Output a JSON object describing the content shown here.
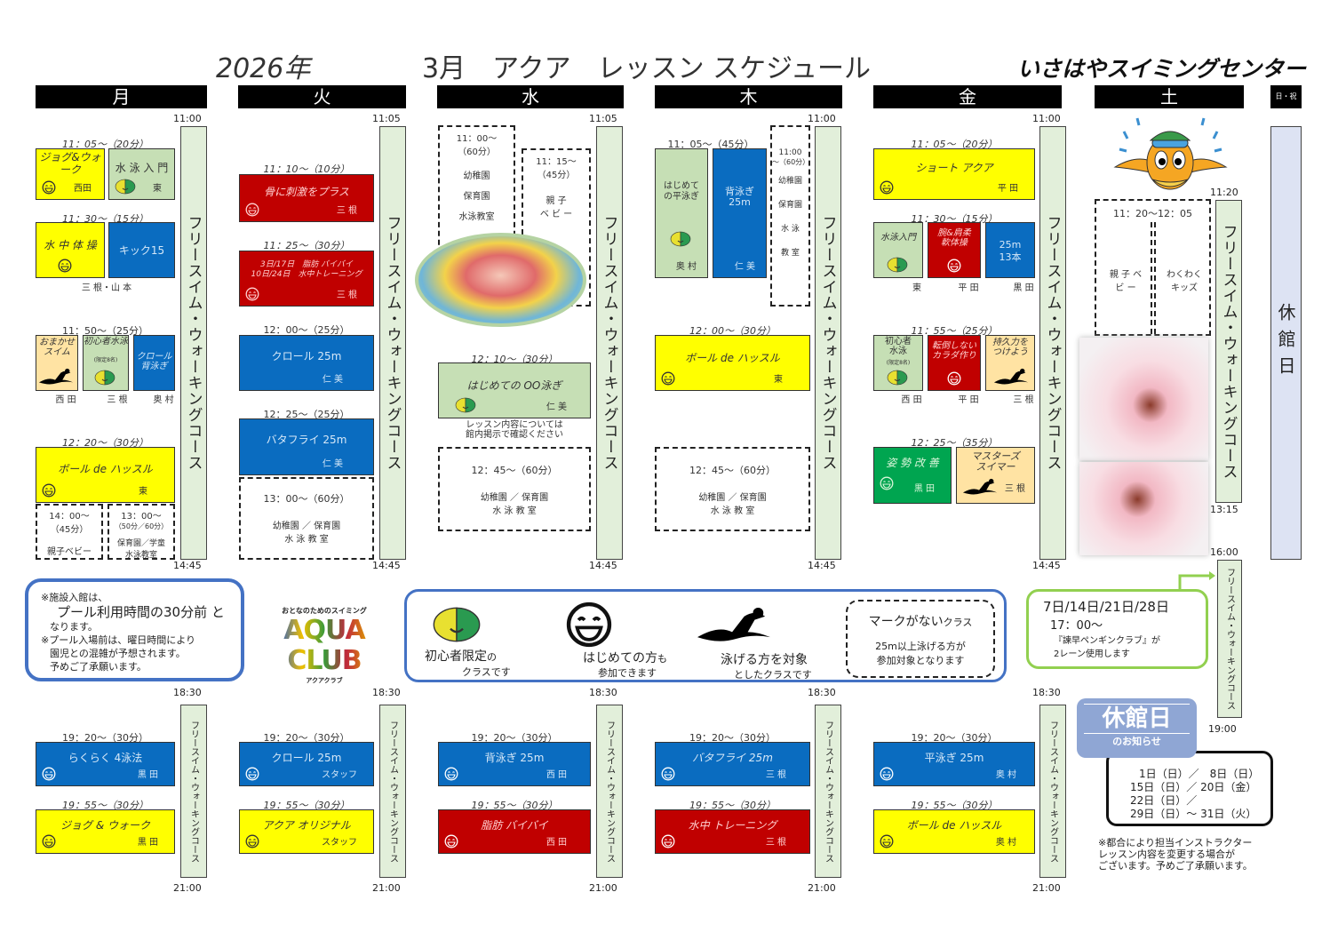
{
  "header": {
    "year": "2026年",
    "title": "3月　アクア　レッスン スケジュール",
    "center": "いさはやスイミングセンター"
  },
  "days": [
    "月",
    "火",
    "水",
    "木",
    "金",
    "土"
  ],
  "holiday_col": "日・祝",
  "free_swim": "フリースイム・ウォーキングコース",
  "closed_col": "休館日",
  "times": {
    "mon_start": "11:00",
    "tue_start": "11:05",
    "wed_start": "11:05",
    "thu_start": "11:00",
    "fri_start": "11:00",
    "end": "14:45",
    "sat_start": "11:20",
    "sat_end": "13:15",
    "sat_eve_start": "16:00",
    "sat_eve_end": "19:00",
    "eve_start": "18:30",
    "eve_end": "21:00"
  },
  "mon": {
    "t1": "11：05～（20分）",
    "c1": {
      "title": "ジョグ&ウォーク",
      "teacher": "西田"
    },
    "c2": {
      "title": "水 泳 入 門",
      "teacher": "東"
    },
    "t2": "11：30～（15分）",
    "c3": {
      "title": "水 中 体 操"
    },
    "c4": {
      "title": "キック15"
    },
    "t2_teacher": "三 根・山 本",
    "t3": "11：50～（25分）",
    "c5": {
      "title": "おまかせスイム",
      "teacher": "西 田"
    },
    "c6": {
      "title": "初心者水泳",
      "sub": "(限定8名)",
      "teacher": "三 根"
    },
    "c7": {
      "title": "クロール背泳ぎ",
      "teacher": "奥 村"
    },
    "t4": "12：20～（30分）",
    "c8": {
      "title": "ボール de ハッスル",
      "teacher": "東"
    },
    "d1": {
      "time": "14：00～",
      "dur": "（45分）",
      "name": "親子ベビー"
    },
    "d2": {
      "time": "13：00～",
      "dur": "（50分／60分）",
      "name": "保育園／学童水泳教室"
    },
    "e1": {
      "time": "19：20～（30分）",
      "title": "らくらく 4泳法",
      "teacher": "黒 田"
    },
    "e2": {
      "time": "19：55～（30分）",
      "title": "ジョグ & ウォーク",
      "teacher": "黒 田"
    }
  },
  "tue": {
    "t1": "11：10～（10分）",
    "c1": {
      "title": "骨に刺激をプラス",
      "teacher": "三 根"
    },
    "t2": "11：25～（30分）",
    "c2": {
      "line1": "3日/17日　脂肪 バイバイ",
      "line2": "10日/24日　水中トレーニング",
      "teacher": "三 根"
    },
    "t3": "12：00～（25分）",
    "c3": {
      "title": "クロール 25m",
      "teacher": "仁 美"
    },
    "t4": "12：25～（25分）",
    "c4": {
      "title": "バタフライ 25m",
      "teacher": "仁 美"
    },
    "d1": {
      "time": "13：00～（60分）",
      "name": "幼稚園 ／ 保育園",
      "name2": "水 泳 教 室"
    },
    "e1": {
      "time": "19：20～（30分）",
      "title": "クロール 25m",
      "teacher": "スタッフ"
    },
    "e2": {
      "time": "19：55～（30分）",
      "title": "アクア オリジナル",
      "teacher": "スタッフ"
    }
  },
  "wed": {
    "d1": {
      "time": "11：00～",
      "dur": "（60分）",
      "l1": "幼稚園",
      "l2": "保育園",
      "l3": "水泳教室"
    },
    "d2": {
      "time": "11：15～",
      "dur": "（45分）",
      "l1": "親 子",
      "l2": "ベ ビ ー"
    },
    "t1": "12：10～（30分）",
    "c1": {
      "title": "はじめての OO泳ぎ",
      "teacher": "仁 美"
    },
    "note": "レッスン内容については館内掲示で確認ください",
    "d3": {
      "time": "12：45～（60分）",
      "name": "幼稚園 ／ 保育園",
      "name2": "水 泳 教 室"
    },
    "e1": {
      "time": "19：20～（30分）",
      "title": "背泳ぎ 25m",
      "teacher": "西 田"
    },
    "e2": {
      "time": "19：55～（30分）",
      "title": "脂肪 バイバイ",
      "teacher": "西 田"
    }
  },
  "thu": {
    "t1": "11：05～（45分）",
    "c1": {
      "title": "はじめての平泳ぎ",
      "teacher": "奥 村"
    },
    "c2": {
      "title": "背泳ぎ 25m",
      "teacher": "仁 美"
    },
    "d1": {
      "time": "11:00",
      "dur": "～（60分）",
      "l1": "幼稚園",
      "l2": "保育園",
      "l3": "水 泳",
      "l4": "教 室"
    },
    "t2": "12：00～（30分）",
    "c3": {
      "title": "ボール de ハッスル",
      "teacher": "東"
    },
    "d2": {
      "time": "12：45～（60分）",
      "name": "幼稚園 ／ 保育園",
      "name2": "水 泳 教 室"
    },
    "e1": {
      "time": "19：20～（30分）",
      "title": "バタフライ 25m",
      "teacher": "三 根"
    },
    "e2": {
      "time": "19：55～（30分）",
      "title": "水中 トレーニング",
      "teacher": "三 根"
    }
  },
  "fri": {
    "t1": "11：05～（20分）",
    "c1": {
      "title": "ショート アクア",
      "teacher": "平 田"
    },
    "t2": "11：30～（15分）",
    "c2": {
      "title": "水泳入門",
      "teacher": "東"
    },
    "c3": {
      "title": "腕&肩柔軟体操",
      "teacher": "平 田"
    },
    "c4": {
      "title": "25m 13本",
      "teacher": "黒 田"
    },
    "t3": "11：55～（25分）",
    "c5": {
      "title": "初心者水泳",
      "sub": "(限定8名)",
      "teacher": "西 田"
    },
    "c6": {
      "title": "転倒しないカラダ作り",
      "teacher": "平 田"
    },
    "c7": {
      "title": "持久力をつけよう",
      "teacher": "三 根"
    },
    "t4": "12：25～（35分）",
    "c8": {
      "title": "姿 勢 改 善",
      "teacher": "黒 田"
    },
    "c9": {
      "title": "マスターズスイマー",
      "teacher": "三 根"
    },
    "e1": {
      "time": "19：20～（30分）",
      "title": "平泳ぎ 25m",
      "teacher": "奥 村"
    },
    "e2": {
      "time": "19：55～（30分）",
      "title": "ボール de ハッスル",
      "teacher": "奥 村"
    }
  },
  "sat": {
    "d1": {
      "time": "11：20～12：05",
      "a": "親 子 ベ ビ ー",
      "b": "わくわく キッズ"
    }
  },
  "notice": {
    "l1": "※施設入館は、",
    "l2": "プール利用時間の30分前 と",
    "l3": "なります。",
    "l4": "※プール入場前は、曜日時間により",
    "l5": "園児との混雑が予想されます。",
    "l6": "予めご了承願います。"
  },
  "logo": {
    "sub": "おとなのためのスイミング",
    "main": "AQUA CLUB",
    "kana": "アクアクラブ"
  },
  "legend": {
    "beginner": {
      "a": "初心者限定",
      "b": "の",
      "c": "クラスです"
    },
    "first": {
      "a": "はじめての方",
      "b": "も",
      "c": "参加できます"
    },
    "swimmer": {
      "a": "泳げる方を対象",
      "c": "としたクラスです"
    },
    "nomark": {
      "a": "マークがない",
      "b": "クラス",
      "c": "25m以上泳げる方が",
      "d": "参加対象となります"
    }
  },
  "penguin": {
    "dates": "7日/14日/21日/28日",
    "time": "17：00～",
    "l1": "『諫早ペンギンクラブ』が",
    "l2": "2レーン使用します"
  },
  "closed": {
    "badge": "休館日",
    "badge_sub": "のお知らせ",
    "l1": "1日（日）／　8日（日）",
    "l2": "15日（日）／ 20日（金）",
    "l3": "22日（日）／",
    "l4": "29日（日）～ 31日（火）"
  },
  "footnote": {
    "l1": "※都合により担当インストラクター",
    "l2": "レッスン内容を変更する場合が",
    "l3": "ございます。予めご了承願います。"
  },
  "colors": {
    "yellow": "#ffff00",
    "light_green": "#c6dfb5",
    "blue": "#0a6cc0",
    "red": "#c00000",
    "peach": "#ffe3a3",
    "green": "#00a550",
    "free_swim": "#e2efda",
    "closed": "#dde3f3"
  }
}
